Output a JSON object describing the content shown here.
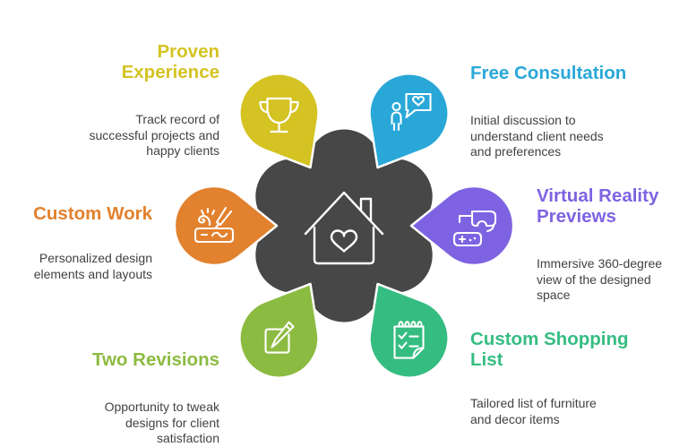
{
  "background": "#ffffff",
  "center": {
    "fill": "#474747",
    "icon": "house-heart-icon"
  },
  "text_color": "#3f4245",
  "items": [
    {
      "id": "proven-experience",
      "title": "Proven\nExperience",
      "description": "Track record of\nsuccessful projects and\nhappy clients",
      "color": "#d4c322",
      "icon": "trophy-icon"
    },
    {
      "id": "free-consultation",
      "title": "Free Consultation",
      "description": "Initial discussion to\nunderstand client needs\nand preferences",
      "color": "#29a8d8",
      "icon": "person-chat-heart-icon"
    },
    {
      "id": "virtual-reality-previews",
      "title": "Virtual Reality\nPreviews",
      "description": "Immersive 360-degree\nview of the designed\nspace",
      "color": "#7d63e2",
      "icon": "vr-headset-icon"
    },
    {
      "id": "custom-shopping-list",
      "title": "Custom Shopping\nList",
      "description": "Tailored list of furniture\nand decor items",
      "color": "#35bd81",
      "icon": "checklist-notepad-icon"
    },
    {
      "id": "two-revisions",
      "title": "Two Revisions",
      "description": "Opportunity to tweak\ndesigns for client\nsatisfaction",
      "color": "#8cbb41",
      "icon": "edit-pencil-icon"
    },
    {
      "id": "custom-work",
      "title": "Custom Work",
      "description": "Personalized design\nelements and layouts",
      "color": "#e2812e",
      "icon": "carving-tool-icon"
    }
  ]
}
